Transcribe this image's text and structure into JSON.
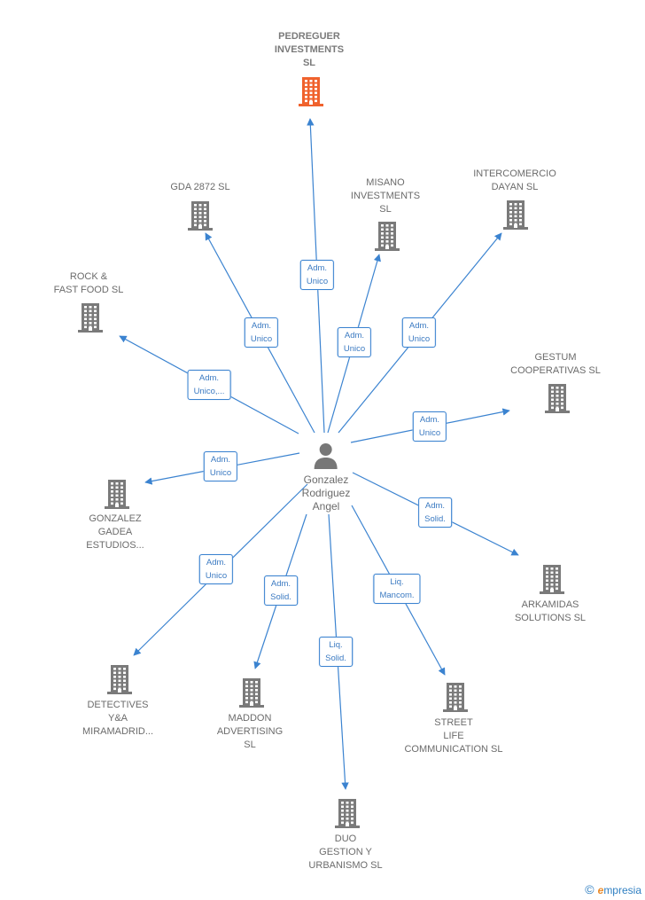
{
  "center": {
    "name_lines": [
      "Gonzalez",
      "Rodriguez",
      "Angel"
    ]
  },
  "companies": [
    {
      "id": "pedreguer",
      "lines": [
        "PEDREGUER",
        "INVESTMENTS",
        "SL"
      ],
      "highlight": true
    },
    {
      "id": "gda",
      "lines": [
        "GDA 2872  SL"
      ]
    },
    {
      "id": "misano",
      "lines": [
        "MISANO",
        "INVESTMENTS",
        "SL"
      ]
    },
    {
      "id": "intercomercio",
      "lines": [
        "INTERCOMERCIO",
        "DAYAN SL"
      ]
    },
    {
      "id": "rock",
      "lines": [
        "ROCK &",
        "FAST FOOD SL"
      ]
    },
    {
      "id": "gestum",
      "lines": [
        "GESTUM",
        "COOPERATIVAS SL"
      ]
    },
    {
      "id": "gonzalez",
      "lines": [
        "GONZALEZ",
        "GADEA",
        "ESTUDIOS..."
      ]
    },
    {
      "id": "arkamidas",
      "lines": [
        "ARKAMIDAS",
        "SOLUTIONS  SL"
      ]
    },
    {
      "id": "detectives",
      "lines": [
        "DETECTIVES",
        "Y&A",
        "MIRAMADRID..."
      ]
    },
    {
      "id": "maddon",
      "lines": [
        "MADDON",
        "ADVERTISING",
        "SL"
      ]
    },
    {
      "id": "street",
      "lines": [
        "STREET",
        "LIFE",
        "COMMUNICATION SL"
      ]
    },
    {
      "id": "duo",
      "lines": [
        "DUO",
        "GESTION Y",
        "URBANISMO SL"
      ]
    }
  ],
  "relations": [
    {
      "target": "pedreguer",
      "lines": [
        "Adm.",
        "Unico"
      ]
    },
    {
      "target": "gda",
      "lines": [
        "Adm.",
        "Unico"
      ]
    },
    {
      "target": "misano",
      "lines": [
        "Adm.",
        "Unico"
      ]
    },
    {
      "target": "intercomercio",
      "lines": [
        "Adm.",
        "Unico"
      ]
    },
    {
      "target": "rock",
      "lines": [
        "Adm.",
        "Unico,..."
      ]
    },
    {
      "target": "gestum",
      "lines": [
        "Adm.",
        "Unico"
      ]
    },
    {
      "target": "gonzalez",
      "lines": [
        "Adm.",
        "Unico"
      ]
    },
    {
      "target": "arkamidas",
      "lines": [
        "Adm.",
        "Solid."
      ]
    },
    {
      "target": "detectives",
      "lines": [
        "Adm.",
        "Unico"
      ]
    },
    {
      "target": "maddon",
      "lines": [
        "Adm.",
        "Solid."
      ]
    },
    {
      "target": "street",
      "lines": [
        "Liq.",
        "Mancom."
      ]
    },
    {
      "target": "duo",
      "lines": [
        "Liq.",
        "Solid."
      ]
    }
  ],
  "colors": {
    "edge": "#3b83d0",
    "building": "#7a7a7a",
    "building_highlight": "#f0622d",
    "person": "#777777"
  },
  "footer": {
    "copyright": "©",
    "brand_first": "e",
    "brand_rest": "mpresia"
  }
}
